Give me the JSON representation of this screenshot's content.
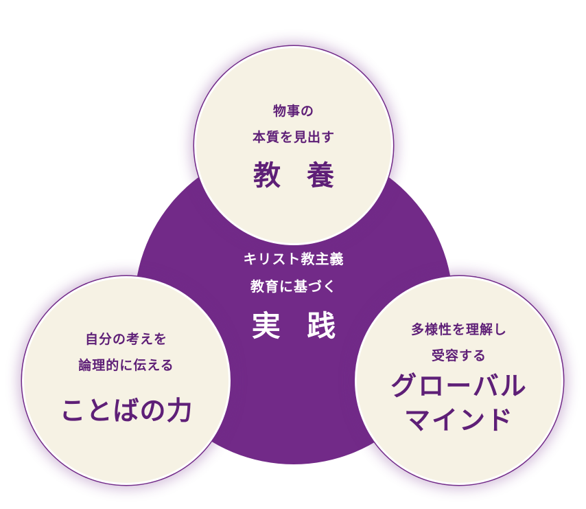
{
  "center": {
    "line1": "キリスト教主義",
    "line2": "教育に基づく",
    "title": "実 践",
    "color": "#722a88"
  },
  "top": {
    "line1": "物事の",
    "line2": "本質を見出す",
    "title": "教 養"
  },
  "left": {
    "line1": "自分の考えを",
    "line2": "論理的に伝える",
    "title": "ことばの力"
  },
  "right": {
    "line1": "多様性を理解し",
    "line2": "受容する",
    "title_line1": "グローバル",
    "title_line2": "マインド"
  },
  "colors": {
    "purple": "#722a88",
    "cream": "#f6f2e4",
    "text_purple": "#5e1f77"
  }
}
